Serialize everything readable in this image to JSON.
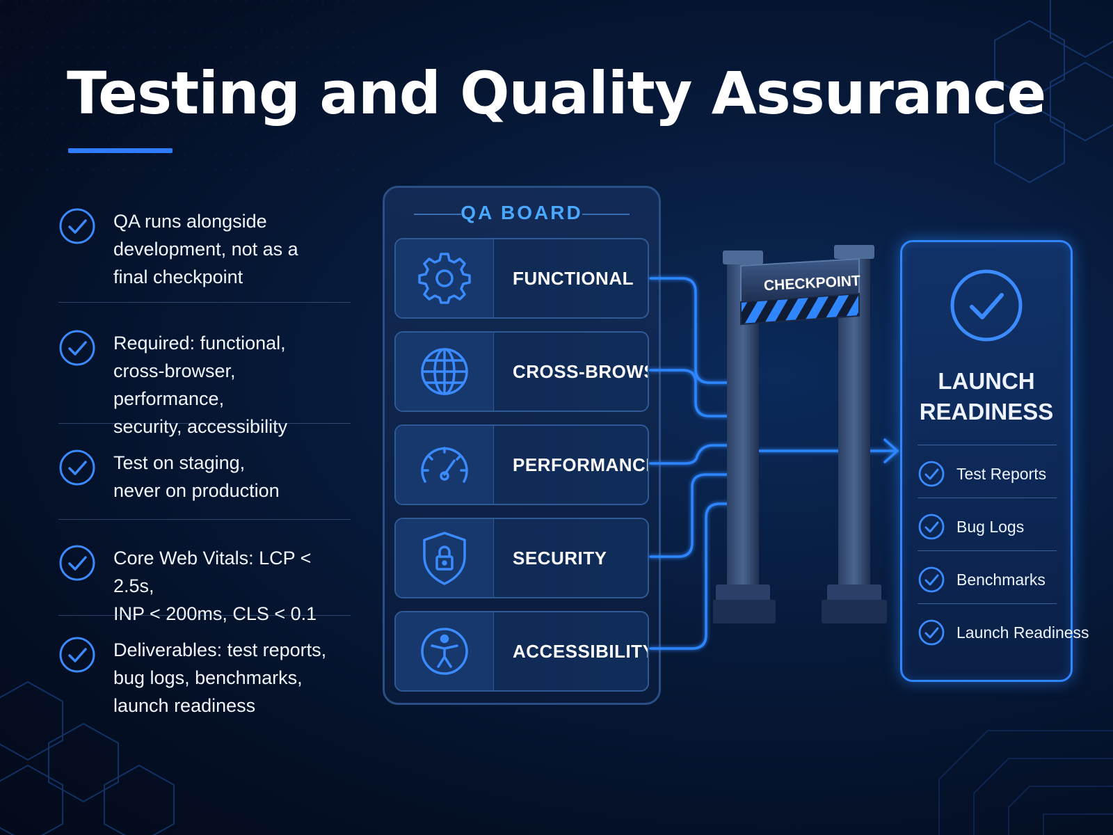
{
  "title": "Testing and Quality Assurance",
  "colors": {
    "accent": "#2f7cff",
    "glow": "#2f86ff",
    "board_title": "#4aa8ff",
    "background": "#061633"
  },
  "bullets": [
    {
      "icon": "check-circle-icon",
      "lines": [
        "QA runs alongside",
        "development, not as a",
        "final checkpoint"
      ]
    },
    {
      "icon": "check-circle-icon",
      "lines": [
        "Required: functional,",
        "cross-browser, performance,",
        "security, accessibility"
      ]
    },
    {
      "icon": "check-circle-icon",
      "lines": [
        "Test on staging,",
        "never on production"
      ]
    },
    {
      "icon": "check-circle-icon",
      "lines": [
        "Core Web Vitals: LCP < 2.5s,",
        "INP < 200ms, CLS < 0.1"
      ]
    },
    {
      "icon": "check-circle-icon",
      "lines": [
        "Deliverables: test reports,",
        "bug logs, benchmarks,",
        "launch readiness"
      ]
    }
  ],
  "qa_board": {
    "title": "QA BOARD",
    "rows": [
      {
        "label": "FUNCTIONAL",
        "icon": "gear-icon"
      },
      {
        "label": "CROSS-BROWSER",
        "icon": "globe-icon"
      },
      {
        "label": "PERFORMANCE",
        "icon": "speedometer-icon"
      },
      {
        "label": "SECURITY",
        "icon": "shield-lock-icon"
      },
      {
        "label": "ACCESSIBILITY",
        "icon": "accessibility-icon"
      }
    ]
  },
  "checkpoint": {
    "label": "CHECKPOINT"
  },
  "launch": {
    "title_lines": [
      "LAUNCH",
      "READINESS"
    ],
    "items": [
      {
        "label": "Test Reports",
        "icon": "check-circle-icon"
      },
      {
        "label": "Bug Logs",
        "icon": "check-circle-icon"
      },
      {
        "label": "Benchmarks",
        "icon": "check-circle-icon"
      },
      {
        "label": "Launch Readiness",
        "icon": "check-circle-icon"
      }
    ]
  }
}
